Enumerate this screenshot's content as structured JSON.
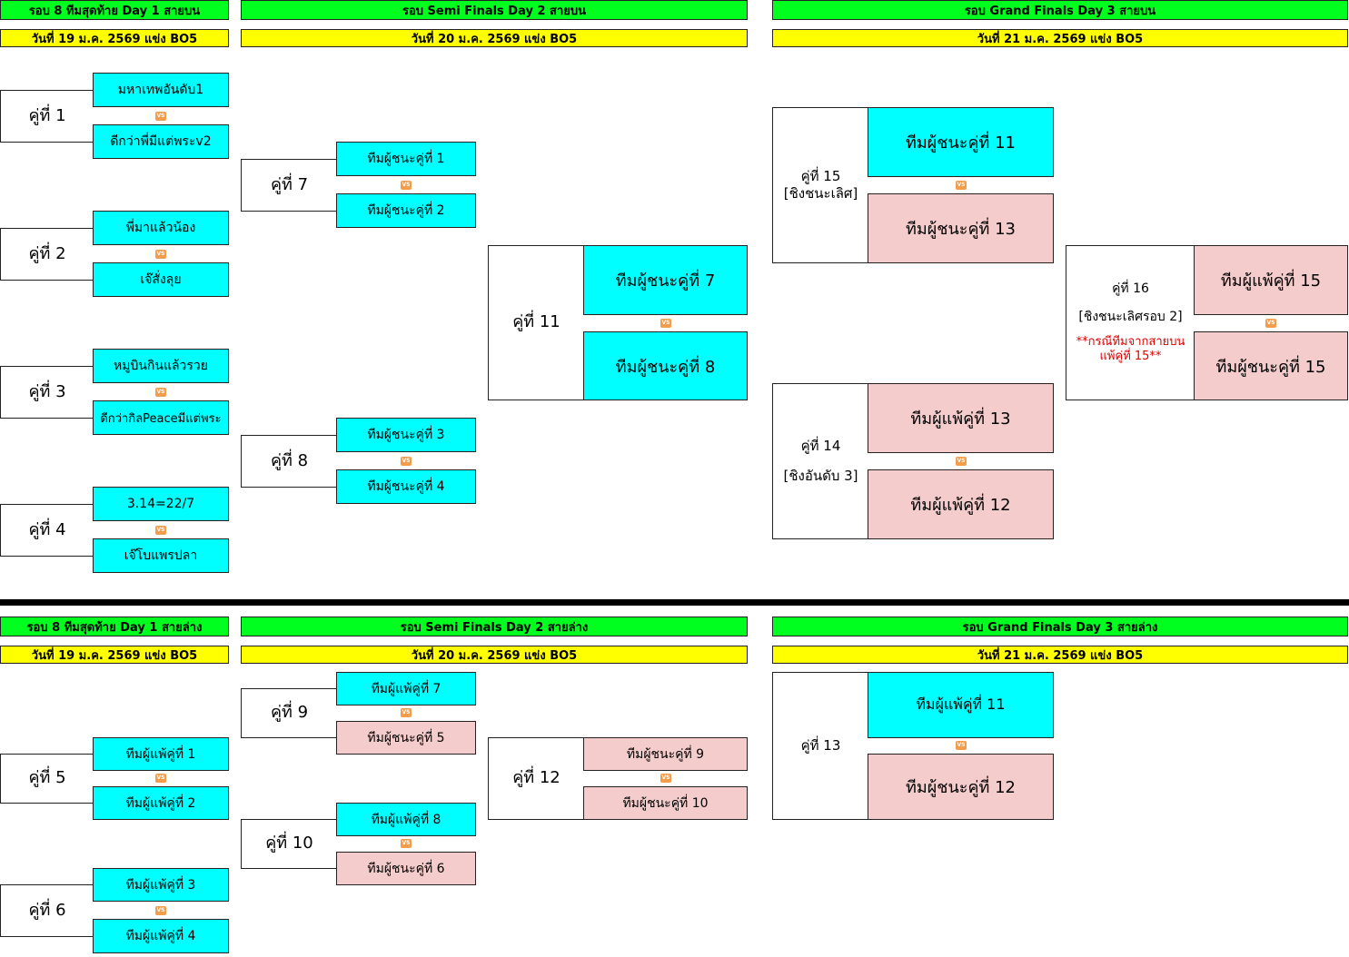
{
  "upper": {
    "headers": [
      {
        "title": "รอบ 8 ทีมสุดท้าย Day 1 สายบน",
        "date": "วันที่ 19 ม.ค. 2569 แข่ง BO5"
      },
      {
        "title": "รอบ Semi Finals Day 2 สายบน",
        "date": "วันที่ 20 ม.ค. 2569 แข่ง BO5"
      },
      {
        "title": "รอบ Grand Finals Day 3 สายบน",
        "date": "วันที่ 21 ม.ค. 2569 แข่ง BO5"
      }
    ]
  },
  "lower": {
    "headers": [
      {
        "title": "รอบ 8 ทีมสุดท้าย Day 1 สายล่าง",
        "date": "วันที่ 19 ม.ค. 2569 แข่ง BO5"
      },
      {
        "title": "รอบ Semi Finals Day 2 สายล่าง",
        "date": "วันที่ 20 ม.ค. 2569 แข่ง BO5"
      },
      {
        "title": "รอบ Grand Finals Day 3 สายล่าง",
        "date": "วันที่ 21 ม.ค. 2569 แข่ง BO5"
      }
    ]
  },
  "vs_label": "VS",
  "matches": {
    "m1": {
      "label": "คู่ที่ 1",
      "team_a": "มหาเทพอันดับ1",
      "team_b": "ดีกว่าพี่มีแต่พระv2"
    },
    "m2": {
      "label": "คู่ที่ 2",
      "team_a": "พี่มาแล้วน้อง",
      "team_b": "เจ๊สั่งลุย"
    },
    "m3": {
      "label": "คู่ที่ 3",
      "team_a": "หมูบินกินแล้วรวย",
      "team_b": "ดีกว่ากิลPeaceมีแต่พระ"
    },
    "m4": {
      "label": "คู่ที่ 4",
      "team_a": "3.14=22/7",
      "team_b": "เจ๊โบแพรปลา"
    },
    "m7": {
      "label": "คู่ที่ 7",
      "team_a": "ทีมผู้ชนะคู่ที่ 1",
      "team_b": "ทีมผู้ชนะคู่ที่ 2"
    },
    "m8": {
      "label": "คู่ที่ 8",
      "team_a": "ทีมผู้ชนะคู่ที่ 3",
      "team_b": "ทีมผู้ชนะคู่ที่ 4"
    },
    "m11": {
      "label": "คู่ที่ 11",
      "team_a": "ทีมผู้ชนะคู่ที่ 7",
      "team_b": "ทีมผู้ชนะคู่ที่ 8"
    },
    "m15": {
      "label": "คู่ที่ 15",
      "sub": "[ชิงชนะเลิศ]",
      "team_a": "ทีมผู้ชนะคู่ที่ 11",
      "team_b": "ทีมผู้ชนะคู่ที่ 13"
    },
    "m14": {
      "label": "คู่ที่ 14",
      "sub": "[ชิงอันดับ 3]",
      "team_a": "ทีมผู้แพ้คู่ที่ 13",
      "team_b": "ทีมผู้แพ้คู่ที่ 12"
    },
    "m16": {
      "label": "คู่ที่ 16",
      "sub": "[ชิงชนะเลิศรอบ 2]",
      "note": "**กรณีทีมจากสายบน แพ้คู่ที่ 15**",
      "team_a": "ทีมผู้แพ้คู่ที่ 15",
      "team_b": "ทีมผู้ชนะคู่ที่ 15"
    },
    "m5": {
      "label": "คู่ที่ 5",
      "team_a": "ทีมผู้แพ้คู่ที่ 1",
      "team_b": "ทีมผู้แพ้คู่ที่ 2"
    },
    "m6": {
      "label": "คู่ที่ 6",
      "team_a": "ทีมผู้แพ้คู่ที่ 3",
      "team_b": "ทีมผู้แพ้คู่ที่ 4"
    },
    "m9": {
      "label": "คู่ที่ 9",
      "team_a": "ทีมผู้แพ้คู่ที่ 7",
      "team_b": "ทีมผู้ชนะคู่ที่ 5"
    },
    "m10": {
      "label": "คู่ที่ 10",
      "team_a": "ทีมผู้แพ้คู่ที่ 8",
      "team_b": "ทีมผู้ชนะคู่ที่ 6"
    },
    "m12": {
      "label": "คู่ที่ 12",
      "team_a": "ทีมผู้ชนะคู่ที่ 9",
      "team_b": "ทีมผู้ชนะคู่ที่ 10"
    },
    "m13": {
      "label": "คู่ที่ 13",
      "team_a": "ทีมผู้แพ้คู่ที่ 11",
      "team_b": "ทีมผู้ชนะคู่ที่ 12"
    }
  },
  "colors": {
    "header_green": "#00ff1e",
    "date_yellow": "#ffff00",
    "team_cyan": "#00ffff",
    "team_pink": "#f4cccc",
    "vs_orange": "#f39c4a",
    "note_red": "#e00000"
  }
}
